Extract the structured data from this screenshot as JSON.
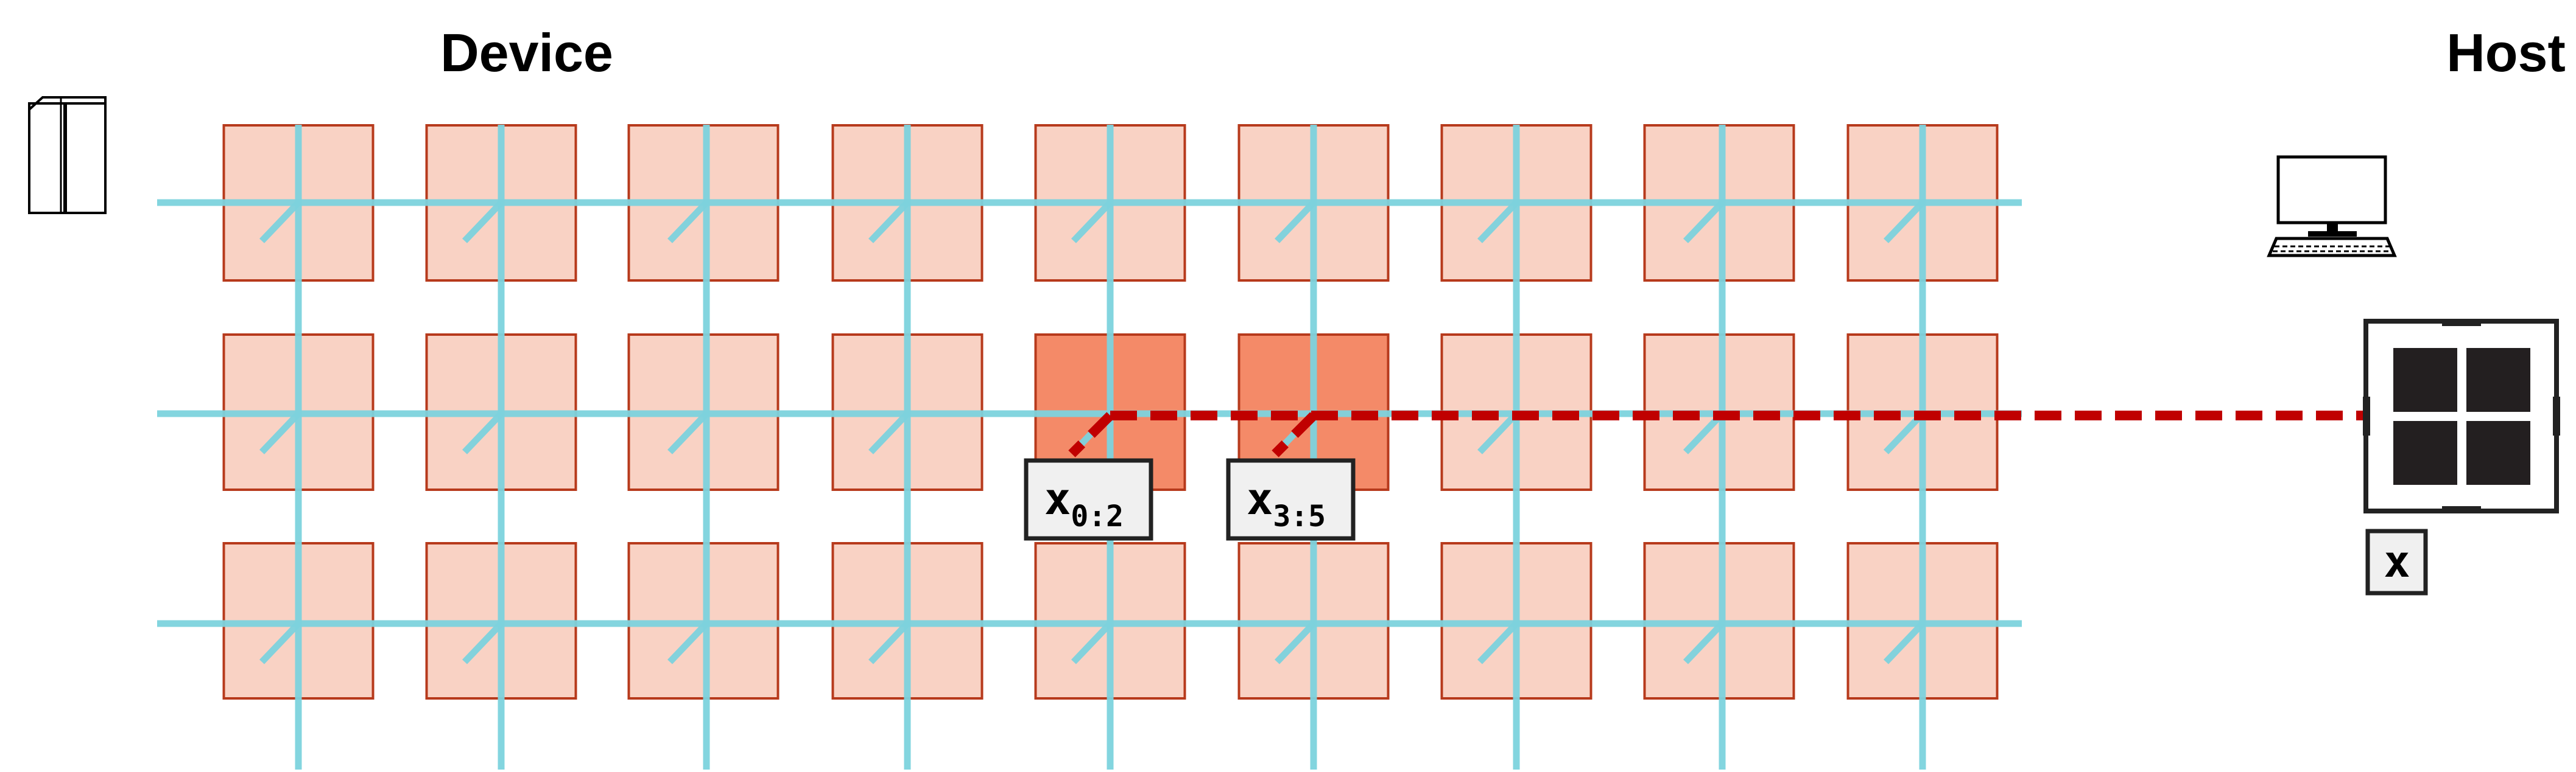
{
  "labels": {
    "device": "Device",
    "host": "Host"
  },
  "tags": [
    {
      "main": "x",
      "sub": "0:2"
    },
    {
      "main": "x",
      "sub": "3:5"
    }
  ],
  "host_tag": {
    "main": "x"
  },
  "grid": {
    "rows": 3,
    "cols": 9,
    "highlighted": [
      [
        1,
        4
      ],
      [
        1,
        5
      ]
    ]
  },
  "colors": {
    "tile": "#f9d2c4",
    "tile_border": "#b73a1c",
    "tile_highlight": "#f48a68",
    "interconnect": "#7dd3de",
    "transfer_path": "#c00000",
    "tag_fill": "#f0f0f0"
  },
  "icons": [
    "server-icon",
    "desktop-computer-icon",
    "chip-icon"
  ]
}
